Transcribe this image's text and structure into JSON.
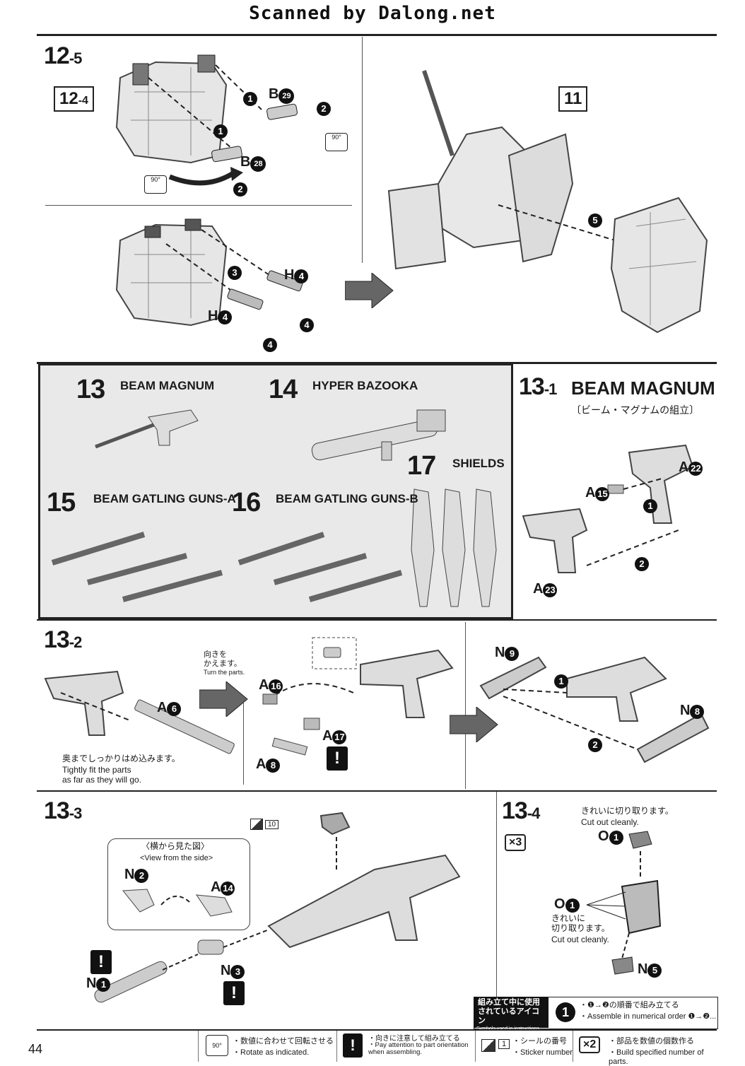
{
  "watermark": "Scanned by Dalong.net",
  "page_number": "44",
  "step_12_5": {
    "label_main": "12",
    "label_sub": "-5",
    "ref_main": "12",
    "ref_sub": "-4",
    "part_b29": "B",
    "part_b29_num": "29",
    "part_b28": "B",
    "part_b28_num": "28",
    "rotate_deg": "90°",
    "part_h4_a": "H",
    "part_h4_b": "H",
    "part_h4_num": "4",
    "order": [
      "1",
      "2",
      "3",
      "4",
      "5"
    ]
  },
  "step_11_ref": "11",
  "weapons": {
    "13": {
      "num": "13",
      "name": "BEAM MAGNUM"
    },
    "14": {
      "num": "14",
      "name": "HYPER BAZOOKA"
    },
    "15": {
      "num": "15",
      "name": "BEAM GATLING GUNS-A"
    },
    "16": {
      "num": "16",
      "name": "BEAM GATLING GUNS-B"
    },
    "17": {
      "num": "17",
      "name": "SHIELDS"
    }
  },
  "step_13_1": {
    "label_main": "13",
    "label_sub": "-1",
    "title": "BEAM MAGNUM",
    "subtitle": "〔ビーム・マグナムの組立〕",
    "parts": {
      "a22": "A",
      "a22_num": "22",
      "a15": "A",
      "a15_num": "15",
      "a23": "A",
      "a23_num": "23"
    }
  },
  "step_13_2": {
    "label_main": "13",
    "label_sub": "-2",
    "turn_jp": "向きを\nかえます。",
    "turn_en": "Turn the parts.",
    "fit_jp": "奥までしっかりはめ込みます。",
    "fit_en": "Tightly fit the parts\nas far as they will go.",
    "parts": {
      "a6": "A",
      "a6_num": "6",
      "a16": "A",
      "a16_num": "16",
      "a17": "A",
      "a17_num": "17",
      "a8": "A",
      "a8_num": "8",
      "n9": "N",
      "n9_num": "9",
      "n8": "N",
      "n8_num": "8"
    }
  },
  "step_13_3": {
    "label_main": "13",
    "label_sub": "-3",
    "sticker_num": "10",
    "side_view_jp": "〈横から見た図〉",
    "side_view_en": "<View from the side>",
    "parts": {
      "n2": "N",
      "n2_num": "2",
      "a14": "A",
      "a14_num": "14",
      "n3": "N",
      "n3_num": "3",
      "n1": "N",
      "n1_num": "1"
    }
  },
  "step_13_4": {
    "label_main": "13",
    "label_sub": "-4",
    "multiplier": "×3",
    "cut_jp": "きれいに切り取ります。",
    "cut_en": "Cut out cleanly.",
    "cut2_jp": "きれいに\n切り取ります。",
    "cut2_en": "Cut out cleanly.",
    "parts": {
      "o1a": "O",
      "o1_num": "1",
      "o1b": "O",
      "n5": "N",
      "n5_num": "5"
    }
  },
  "icons_box": {
    "title_jp": "組み立て中に使用\nされているアイコン",
    "title_en": "Symbols used in instructions",
    "order_jp": "・❶→❷の順番で組み立てる",
    "order_en": "・Assemble in numerical order ❶→❷..."
  },
  "legend": [
    {
      "icon": "90°",
      "jp": "・数値に合わせて回転させる",
      "en": "・Rotate as indicated."
    },
    {
      "icon": "!",
      "jp": "・向きに注意して組み立てる",
      "en": "・Pay attention to part orientation\n  when assembling."
    },
    {
      "icon": "1",
      "jp": "・シールの番号",
      "en": "・Sticker number"
    },
    {
      "icon": "×2",
      "jp": "・部品を数値の個数作る",
      "en": "・Build specified number of parts."
    }
  ]
}
